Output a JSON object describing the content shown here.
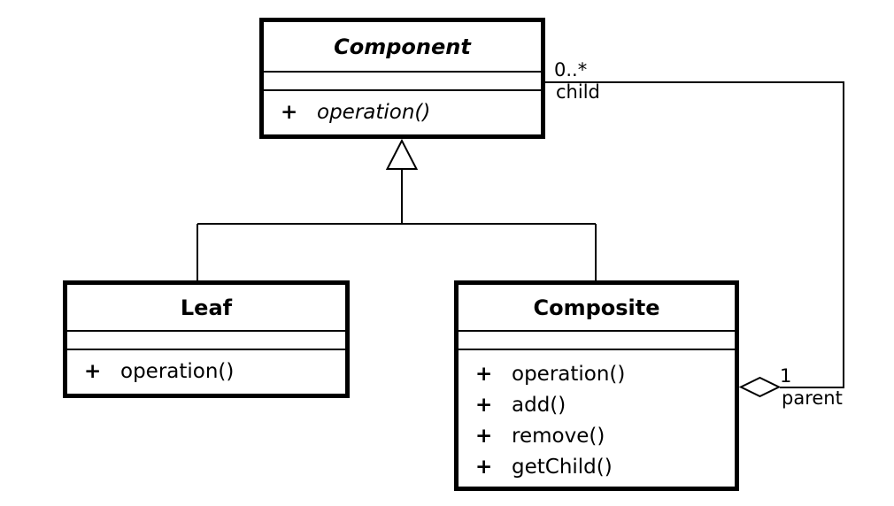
{
  "classes": {
    "component": {
      "name": "Component",
      "abstract": true,
      "methods": [
        {
          "visibility": "+",
          "name": "operation()"
        }
      ]
    },
    "leaf": {
      "name": "Leaf",
      "abstract": false,
      "methods": [
        {
          "visibility": "+",
          "name": "operation()"
        }
      ]
    },
    "composite": {
      "name": "Composite",
      "abstract": false,
      "methods": [
        {
          "visibility": "+",
          "name": "operation()"
        },
        {
          "visibility": "+",
          "name": "add()"
        },
        {
          "visibility": "+",
          "name": "remove()"
        },
        {
          "visibility": "+",
          "name": "getChild()"
        }
      ]
    }
  },
  "relationships": {
    "generalization": {
      "parent": "Component",
      "children": [
        "Leaf",
        "Composite"
      ]
    },
    "aggregation": {
      "from": "Composite",
      "to": "Component",
      "multiplicity_child": "0..*",
      "role_child": "child",
      "multiplicity_parent": "1",
      "role_parent": "parent"
    }
  },
  "colors": {
    "line": "#000000",
    "text": "#000000",
    "background": "#ffffff"
  }
}
